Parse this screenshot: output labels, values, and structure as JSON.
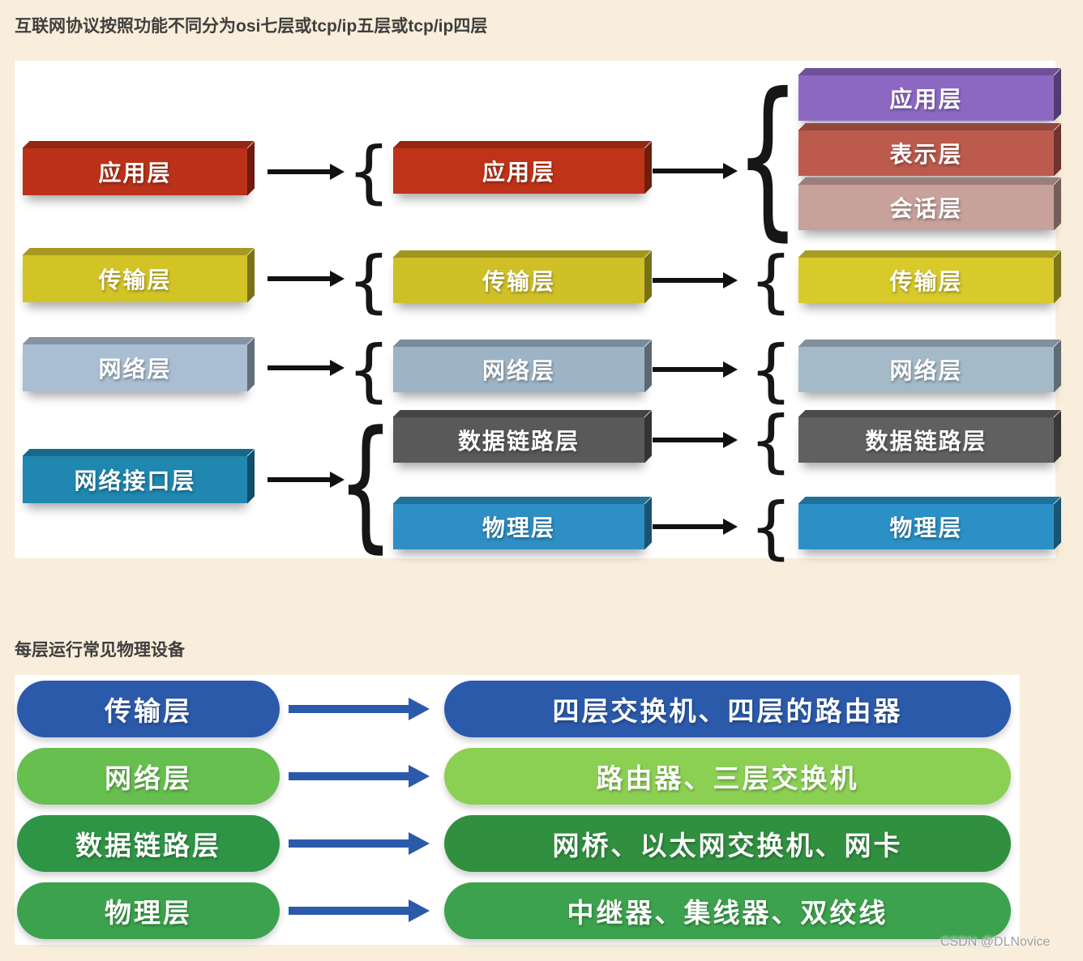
{
  "page": {
    "heading1": "互联网协议按照功能不同分为osi七层或tcp/ip五层或tcp/ip四层",
    "heading2": "每层运行常见物理设备",
    "watermark": "CSDN @DLNovice"
  },
  "colors": {
    "page_bg": "#f8eedb",
    "panel_bg": "#ffffff",
    "diagram1_arrow": "#111111",
    "diagram2_arrow": "#2b5aab",
    "heading_text": "#3f3f3f",
    "watermark_text": "#9e9e9e"
  },
  "diagram1": {
    "tcpip4": [
      {
        "label": "应用层",
        "color": "#bc3119"
      },
      {
        "label": "传输层",
        "color": "#d3c426"
      },
      {
        "label": "网络层",
        "color": "#a9bed2"
      },
      {
        "label": "网络接口层",
        "color": "#1f87b0"
      }
    ],
    "tcpip5": [
      {
        "label": "应用层",
        "color": "#bf3318"
      },
      {
        "label": "传输层",
        "color": "#cfc028"
      },
      {
        "label": "网络层",
        "color": "#9db4c6"
      },
      {
        "label": "数据链路层",
        "color": "#595959"
      },
      {
        "label": "物理层",
        "color": "#2d8fc3"
      }
    ],
    "osi7": [
      {
        "label": "应用层",
        "color": "#8d68c3"
      },
      {
        "label": "表示层",
        "color": "#bd5a4e"
      },
      {
        "label": "会话层",
        "color": "#c8a19b"
      },
      {
        "label": "传输层",
        "color": "#d8ca2b"
      },
      {
        "label": "网络层",
        "color": "#a4bac9"
      },
      {
        "label": "数据链路层",
        "color": "#606060"
      },
      {
        "label": "物理层",
        "color": "#2b90c6"
      }
    ]
  },
  "diagram2": {
    "rows": [
      {
        "layer": "传输层",
        "devices": "四层交换机、四层的路由器",
        "layer_color": "#2b5aab",
        "devices_color": "#2b5aab"
      },
      {
        "layer": "网络层",
        "devices": "路由器、三层交换机",
        "layer_color": "#66bf4e",
        "devices_color": "#8bd053"
      },
      {
        "layer": "数据链路层",
        "devices": "网桥、以太网交换机、网卡",
        "layer_color": "#2e9546",
        "devices_color": "#319040"
      },
      {
        "layer": "物理层",
        "devices": "中继器、集线器、双绞线",
        "layer_color": "#3ca24d",
        "devices_color": "#3ca24d"
      }
    ]
  }
}
